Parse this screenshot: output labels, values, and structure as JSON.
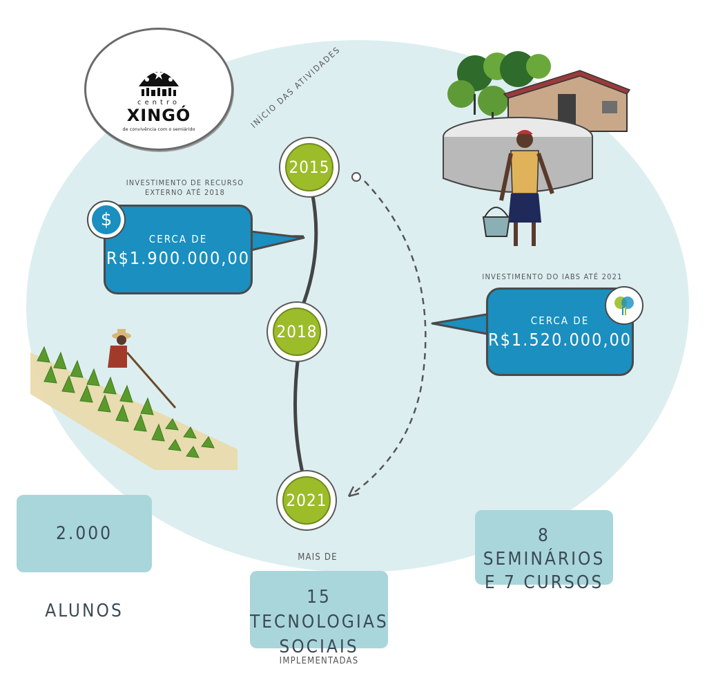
{
  "logo": {
    "small": "centro",
    "big": "XINGÓ",
    "sub": "de convivência com o semiárido"
  },
  "timeline": {
    "start_label": "INÍCIO DAS ATIVIDADES",
    "years": [
      "2015",
      "2018",
      "2021"
    ]
  },
  "external_investment": {
    "caption_line1": "INVESTIMENTO DE RECURSO",
    "caption_line2": "EXTERNO ATÉ 2018",
    "prefix": "CERCA DE",
    "amount": "R$1.900.000,00",
    "icon": "dollar-icon"
  },
  "iabs_investment": {
    "caption": "INVESTIMENTO DO IABS ATÉ 2021",
    "prefix": "CERCA DE",
    "amount": "R$1.520.000,00",
    "icon": "iabs-logo-icon"
  },
  "stats": {
    "students": "2.000 ALUNOS",
    "seminars_line1": "8 SEMINÁRIOS",
    "seminars_line2": "E 7 CURSOS",
    "tech_top": "MAIS DE",
    "tech_line1": "15 TECNOLOGIAS",
    "tech_line2": "SOCIAIS",
    "tech_bottom": "IMPLEMENTADAS"
  },
  "colors": {
    "background_blob": "#ddeef0",
    "year_green": "#9cbc2a",
    "bubble_blue": "#1a8fc0",
    "stat_box": "#a9d6da"
  }
}
